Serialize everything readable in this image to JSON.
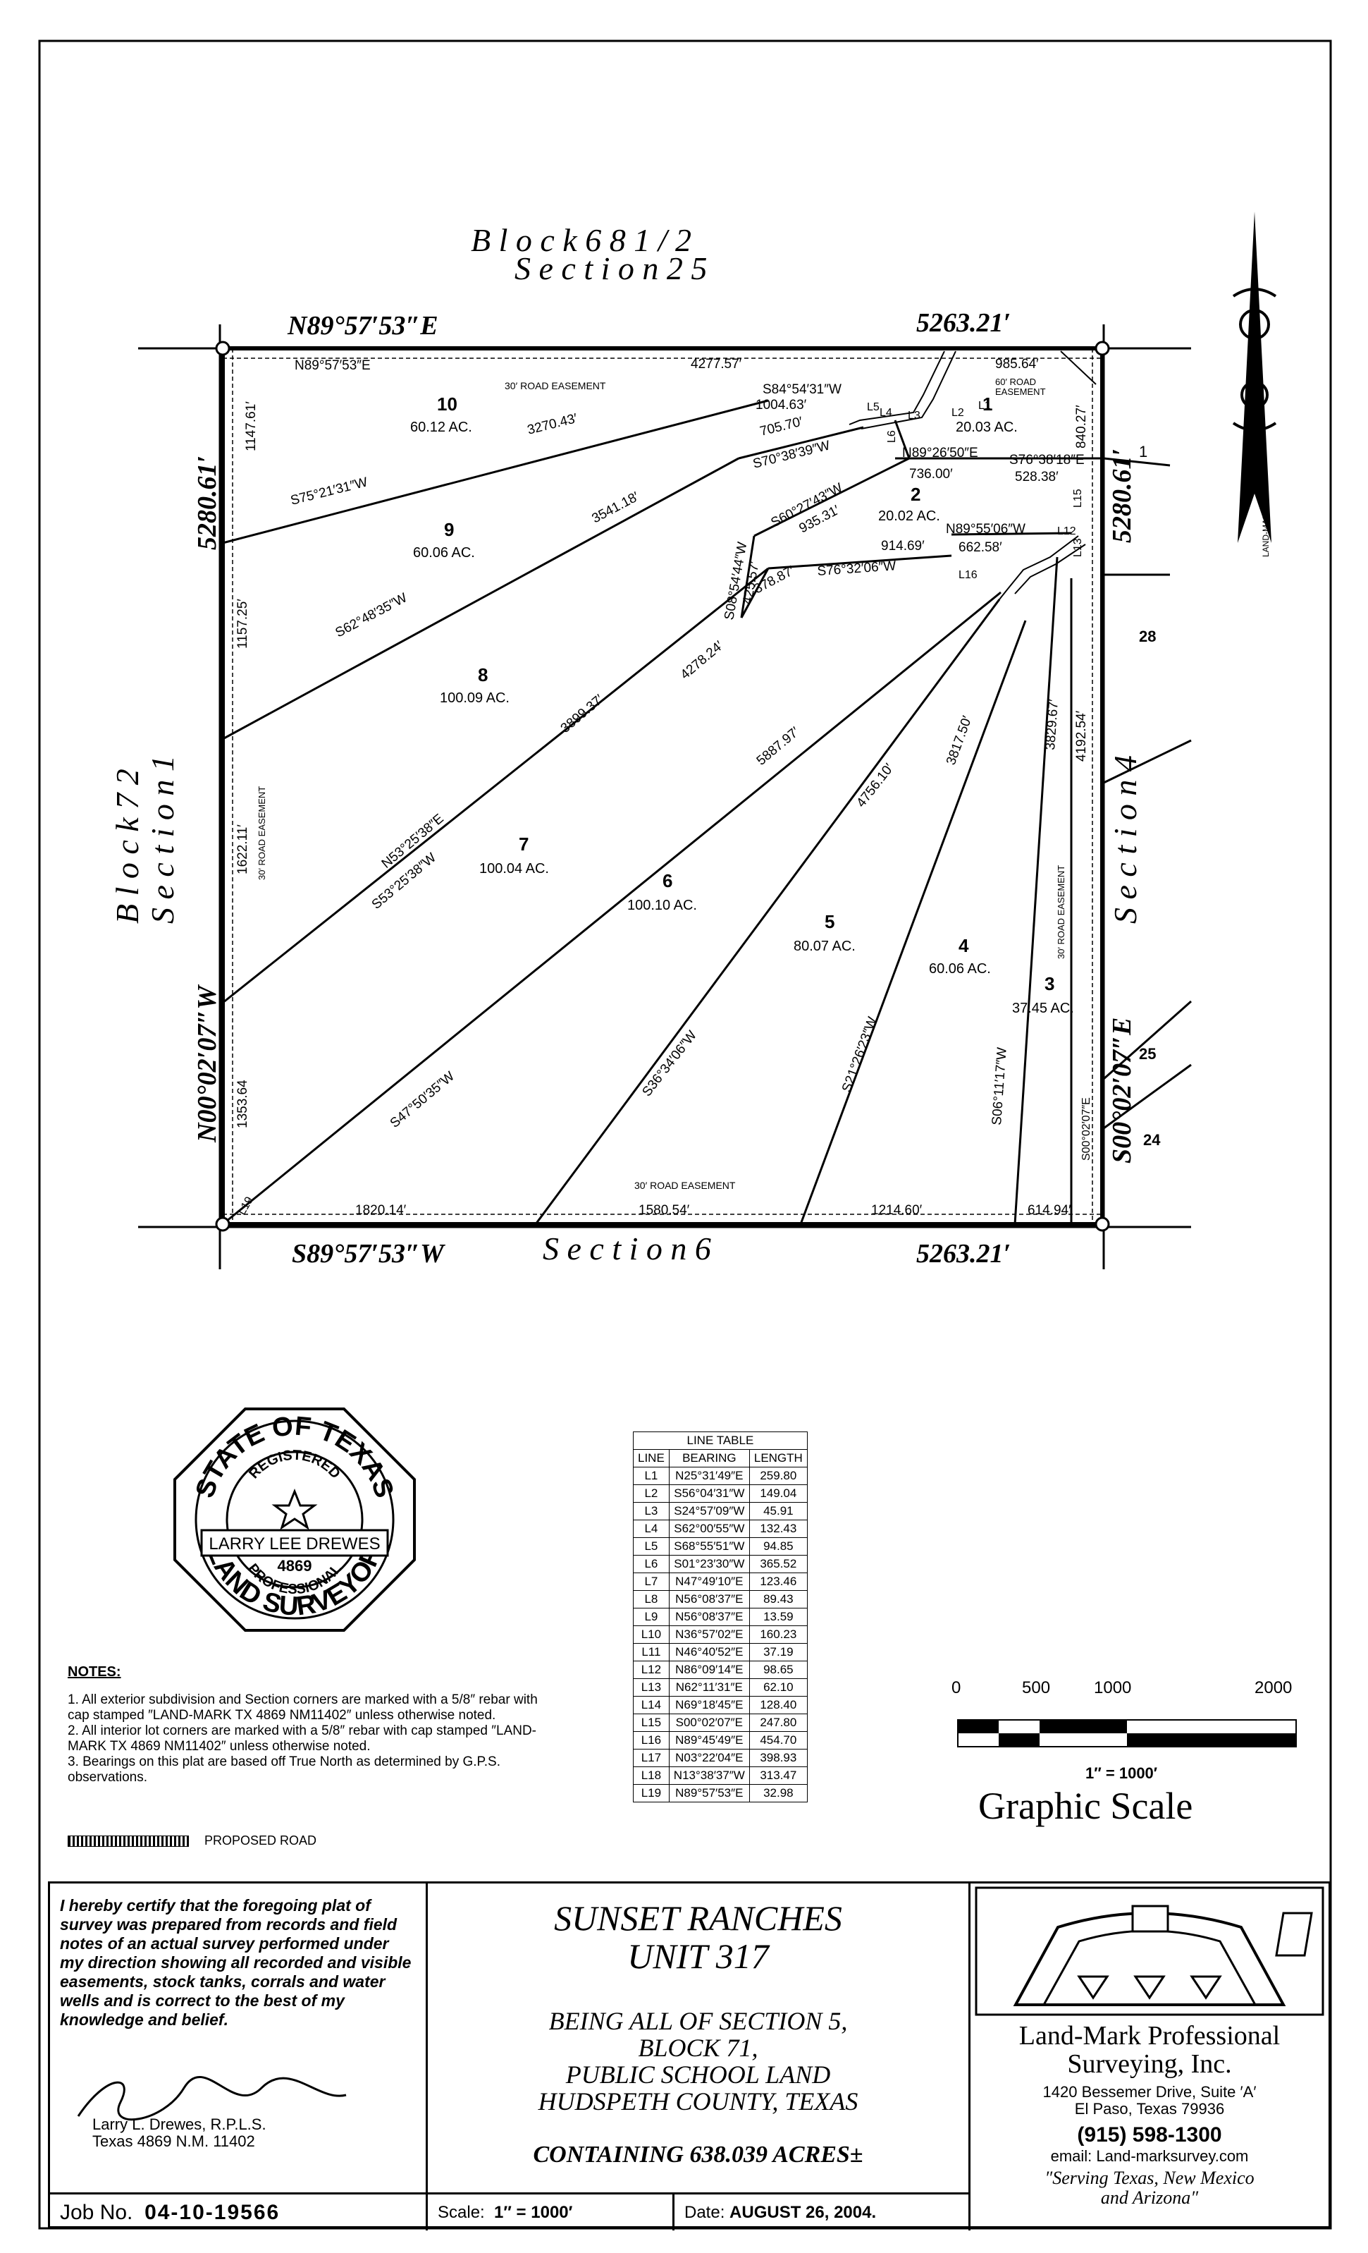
{
  "plat": {
    "block_top": "B l o c k   6 8   1 / 2",
    "section_top": "S e c t i o n   2 5",
    "block_left": "B l o c k   7 2",
    "section_left": "S e c t i o n   1",
    "section_right": "S e c t i o n   4",
    "section_bottom": "S e c t i o n   6",
    "north_bearing": "N89°57′53″E",
    "north_dist": "5263.21′",
    "south_bearing": "S89°57′53″W",
    "south_dist": "5263.21′",
    "west_bearing": "N00°02′07″W",
    "west_dist": "5280.61′",
    "east_bearing": "S00°02′07″E",
    "east_dist": "5280.61′",
    "adjacent_1": "1",
    "adjacent_28": "28",
    "adjacent_25": "25",
    "adjacent_24": "24",
    "north_label": "LAND-MARK",
    "lots": [
      {
        "num": "10",
        "area": "60.12 AC."
      },
      {
        "num": "9",
        "area": "60.06 AC."
      },
      {
        "num": "8",
        "area": "100.09 AC."
      },
      {
        "num": "7",
        "area": "100.04 AC."
      },
      {
        "num": "6",
        "area": "100.10 AC."
      },
      {
        "num": "5",
        "area": "80.07 AC."
      },
      {
        "num": "4",
        "area": "60.06 AC."
      },
      {
        "num": "3",
        "area": "37.45 AC."
      },
      {
        "num": "2",
        "area": "20.02 AC."
      },
      {
        "num": "1",
        "area": "20.03 AC."
      }
    ],
    "dims": {
      "n_inner_bearing": "N89°57′53″E",
      "easement_top": "30′ ROAD EASEMENT",
      "d4277": "4277.57′",
      "d985": "985.64′",
      "easement60": "60′ ROAD",
      "easement60b": "EASEMENT",
      "s84": "S84°54′31″W",
      "d1004": "1004.63′",
      "d3270": "3270.43′",
      "d705": "705.70′",
      "s70": "S70°38′39″W",
      "n89_26": "N89°26′50″E",
      "s76_38": "S76°38′18″E",
      "d736": "736.00′",
      "d528": "528.38′",
      "d840": "840.27′",
      "s75": "S75°21′31″W",
      "d3541": "3541.18′",
      "s60": "S60°27′43″W",
      "d935": "935.31′",
      "n89_55": "N89°55′06″W",
      "d914": "914.69′",
      "d662": "662.58′",
      "s76_32": "S76°32′06″W",
      "d378": "378.87′",
      "s08": "S08°54′44″W",
      "d425": "425.57′",
      "d1147": "1147.61′",
      "d1157": "1157.25′",
      "s62": "S62°48′35″W",
      "d4278": "4278.24′",
      "d3899": "3899.37′",
      "d5887": "5887.97′",
      "d4756": "4756.10′",
      "d3817": "3817.50′",
      "d3829": "3829.67′",
      "d4192": "4192.54′",
      "d1622": "1622.11′",
      "easement_left": "30′ ROAD EASEMENT",
      "easement_right": "30′ ROAD EASEMENT",
      "n53": "N53°25′38″E",
      "s53": "S53°25′38″W",
      "s47": "S47°50′35″W",
      "s36": "S36°34′06″W",
      "s21": "S21°26′23″W",
      "s06": "S06°11′17″W",
      "s00_inner": "S00°02′07″E",
      "d1353": "1353.64",
      "easement_bottom": "30′ ROAD EASEMENT",
      "d1820": "1820.14′",
      "d1580": "1580.54′",
      "d1214": "1214.60′",
      "d614": "614.94′",
      "L1": "L1",
      "L2": "L2",
      "L3": "L3",
      "L4": "L4",
      "L5": "L5",
      "L6": "L6",
      "L12": "L12",
      "L13": "L13",
      "L15": "L15",
      "L16": "L16",
      "L19": "L19"
    }
  },
  "seal": {
    "top": "STATE OF TEXAS",
    "registered": "REGISTERED",
    "name": "LARRY LEE DREWES",
    "number": "4869",
    "professional": "PROFESSIONAL",
    "bottom": "LAND SURVEYOR"
  },
  "line_table": {
    "title": "LINE TABLE",
    "headers": [
      "LINE",
      "BEARING",
      "LENGTH"
    ],
    "rows": [
      [
        "L1",
        "N25°31′49″E",
        "259.80"
      ],
      [
        "L2",
        "S56°04′31″W",
        "149.04"
      ],
      [
        "L3",
        "S24°57′09″W",
        "45.91"
      ],
      [
        "L4",
        "S62°00′55″W",
        "132.43"
      ],
      [
        "L5",
        "S68°55′51″W",
        "94.85"
      ],
      [
        "L6",
        "S01°23′30″W",
        "365.52"
      ],
      [
        "L7",
        "N47°49′10″E",
        "123.46"
      ],
      [
        "L8",
        "N56°08′37″E",
        "89.43"
      ],
      [
        "L9",
        "N56°08′37″E",
        "13.59"
      ],
      [
        "L10",
        "N36°57′02″E",
        "160.23"
      ],
      [
        "L11",
        "N46°40′52″E",
        "37.19"
      ],
      [
        "L12",
        "N86°09′14″E",
        "98.65"
      ],
      [
        "L13",
        "N62°11′31″E",
        "62.10"
      ],
      [
        "L14",
        "N69°18′45″E",
        "128.40"
      ],
      [
        "L15",
        "S00°02′07″E",
        "247.80"
      ],
      [
        "L16",
        "N89°45′49″E",
        "454.70"
      ],
      [
        "L17",
        "N03°22′04″E",
        "398.93"
      ],
      [
        "L18",
        "N13°38′37″W",
        "313.47"
      ],
      [
        "L19",
        "N89°57′53″E",
        "32.98"
      ]
    ]
  },
  "notes": {
    "heading": "NOTES:",
    "items": [
      "1. All exterior subdivision and Section corners are marked with a 5/8″ rebar with cap stamped ″LAND-MARK TX 4869 NM11402″ unless otherwise noted.",
      "2. All interior lot corners are marked with a 5/8″ rebar with cap stamped ″LAND-MARK TX 4869 NM11402″ unless otherwise noted.",
      "3. Bearings on this plat are based off True North as determined by G.P.S. observations."
    ],
    "legend_label": "PROPOSED ROAD"
  },
  "graphic_scale": {
    "ticks": [
      "0",
      "500",
      "1000",
      "2000"
    ],
    "unit": "1″ = 1000′",
    "title": "Graphic Scale"
  },
  "certification": {
    "text": "I hereby certify that the foregoing plat of survey was prepared from records and field notes of an actual survey performed under my direction showing all recorded and visible easements, stock tanks, corrals and water wells and is correct to the best of my knowledge and belief.",
    "signer": "Larry L. Drewes,    R.P.L.S.",
    "license": "Texas 4869      N.M. 11402"
  },
  "title": {
    "name1": "SUNSET RANCHES",
    "name2": "UNIT 317",
    "desc1": "BEING ALL OF SECTION 5,",
    "desc2": "BLOCK 71,",
    "desc3": "PUBLIC SCHOOL LAND",
    "desc4": "HUDSPETH COUNTY, TEXAS",
    "containing": "CONTAINING 638.039 ACRES±"
  },
  "company": {
    "name1": "Land-Mark Professional",
    "name2": "Surveying, Inc.",
    "addr1": "1420 Bessemer Drive, Suite ′A′",
    "addr2": "El Paso, Texas  79936",
    "phone": "(915) 598-1300",
    "email": "email: Land-marksurvey.com",
    "slogan1": "″Serving Texas, New Mexico",
    "slogan2": "and Arizona″"
  },
  "footer": {
    "job_label": "Job No.",
    "job_no": "04-10-19566",
    "scale_label": "Scale:",
    "scale_value": "1″ = 1000′",
    "date_label": "Date:",
    "date_value": "AUGUST 26, 2004."
  }
}
